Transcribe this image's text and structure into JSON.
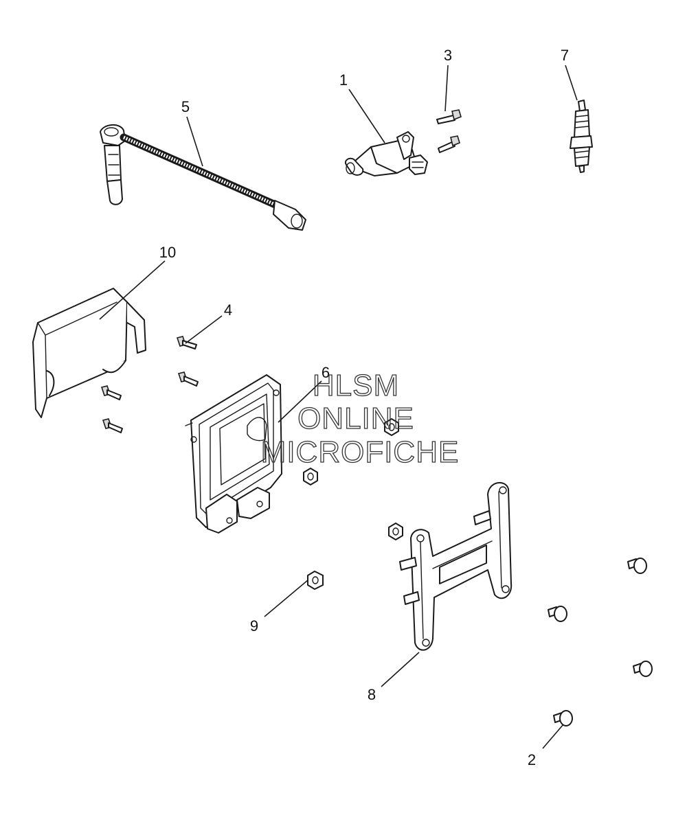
{
  "watermark": {
    "line1": "HLSM",
    "line2": "ONLINE",
    "line3": "MICROFICHE"
  },
  "callouts": {
    "c1": "1",
    "c2": "2",
    "c3": "3",
    "c4": "4",
    "c5": "5",
    "c6": "6",
    "c7": "7",
    "c8": "8",
    "c9": "9",
    "c10": "10"
  },
  "colors": {
    "line": "#1a1a1a",
    "background": "#ffffff",
    "watermark": "#333333"
  }
}
